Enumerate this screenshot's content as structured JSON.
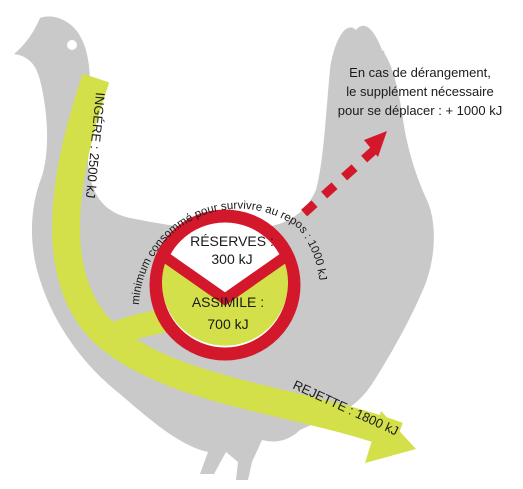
{
  "flows": {
    "ingested": "INGÉRE : 2500 kJ",
    "rejected": "REJETTE : 1800 kJ"
  },
  "center": {
    "reserves_title": "RÉSERVES :",
    "reserves_value": "300 kJ",
    "assimilated_title": "ASSIMILE :",
    "assimilated_value": "700 kJ",
    "arc_label": "minimum consommé pour survivre au repos : 1000 kJ"
  },
  "disturbance_note": {
    "line1": "En cas de dérangement,",
    "line2": "le supplément nécessaire",
    "line3": "pour se déplacer : + 1000 kJ"
  },
  "colors": {
    "bird": "#c9c9c9",
    "flow": "#d3e04a",
    "flow_edge": "#bccb31",
    "accent_red": "#d3182b",
    "text": "#1a1a1a"
  }
}
